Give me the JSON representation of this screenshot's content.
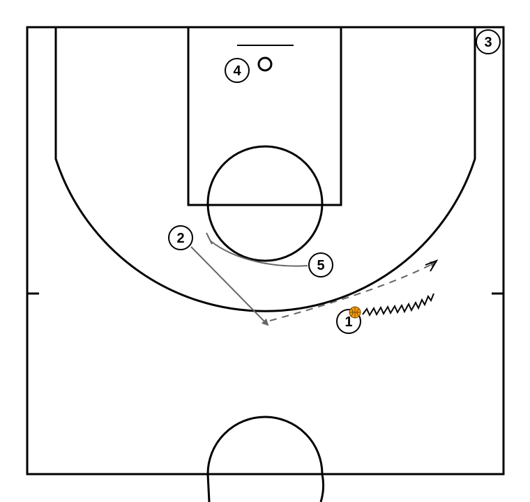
{
  "diagram": {
    "type": "basketball-play-half-court",
    "colors": {
      "court_lines": "#000000",
      "action_lines": "#666666",
      "dribble": "#000000",
      "ball": "#f39c12",
      "ball_seam": "#7a4a00"
    },
    "players": [
      {
        "label": "1",
        "has_ball": true
      },
      {
        "label": "2"
      },
      {
        "label": "3"
      },
      {
        "label": "4"
      },
      {
        "label": "5"
      }
    ],
    "actions": [
      {
        "type": "cut",
        "from": "2",
        "description": "cut-arrow"
      },
      {
        "type": "screen",
        "by": "5",
        "description": "screen-line"
      },
      {
        "type": "dribble",
        "by": "1",
        "description": "dribble-arrow"
      },
      {
        "type": "pass",
        "description": "pass-arrow"
      }
    ]
  }
}
